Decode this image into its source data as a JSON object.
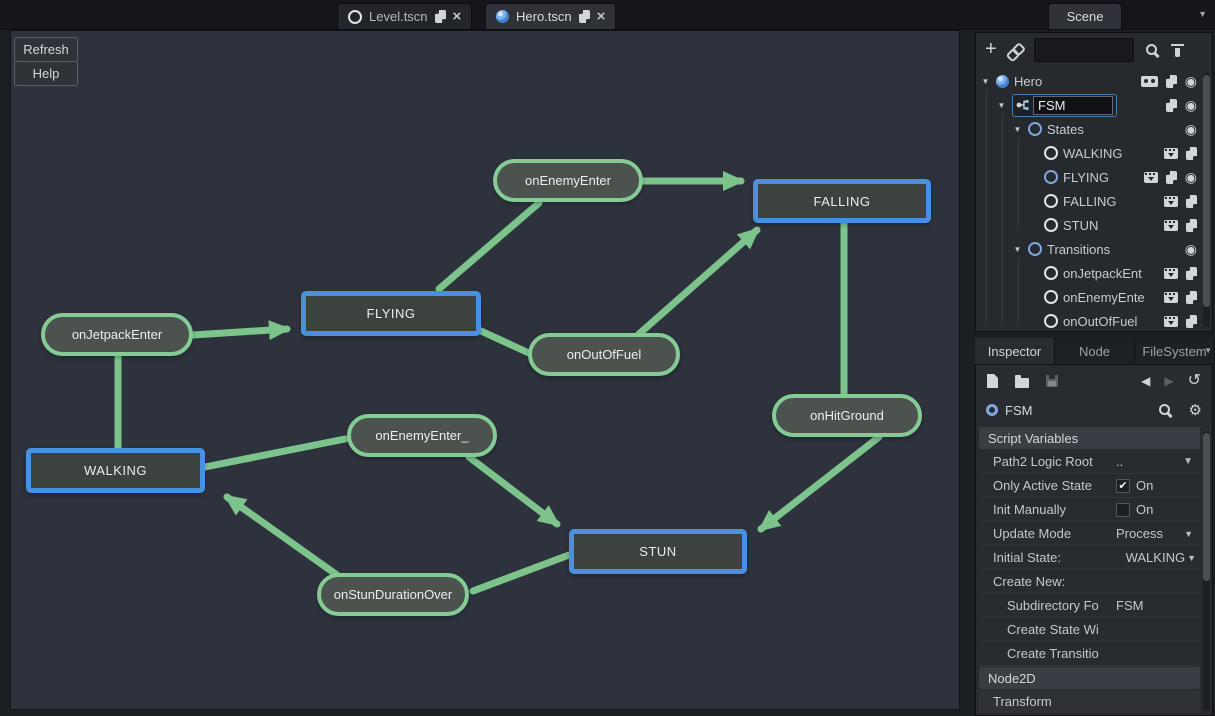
{
  "colors": {
    "accent_green": "#7cc48c",
    "accent_blue": "#4a90e2",
    "graph_bg": "#2d323d",
    "state_fill": "#3c423e",
    "transition_fill": "#4c524d",
    "panel_bg": "#26292e"
  },
  "icons": {
    "expander": "▼",
    "eye": "◉",
    "check": "✔",
    "dropdown": "▼",
    "close": "×",
    "back": "◀",
    "forward": "▶",
    "history": "↺",
    "gear": "⚙",
    "plus": "+",
    "caret": "▼"
  },
  "top_bar": {
    "scene_tabs": [
      {
        "label": "Level.tscn",
        "active": false
      },
      {
        "label": "Hero.tscn",
        "active": true
      }
    ],
    "scene_dock_tab": "Scene"
  },
  "graph": {
    "buttons": {
      "refresh": "Refresh",
      "help": "Help"
    },
    "states": [
      {
        "label": "FALLING"
      },
      {
        "label": "FLYING"
      },
      {
        "label": "WALKING"
      },
      {
        "label": "STUN"
      }
    ],
    "transitions": [
      {
        "label": "onEnemyEnter",
        "from": "FLYING",
        "to": "FALLING"
      },
      {
        "label": "onJetpackEnter",
        "from": "WALKING",
        "to": "FLYING"
      },
      {
        "label": "onOutOfFuel",
        "from": "FLYING",
        "to": "FALLING"
      },
      {
        "label": "onHitGround",
        "from": "FALLING",
        "to": "STUN"
      },
      {
        "label": "onEnemyEnter_",
        "from": "WALKING",
        "to": "STUN"
      },
      {
        "label": "onStunDurationOver",
        "from": "STUN",
        "to": "WALKING"
      }
    ]
  },
  "scene_panel": {
    "filter_value": "",
    "fsm_edit_value": "FSM",
    "tree": [
      {
        "label": "Hero",
        "depth": 0,
        "type": "sphere"
      },
      {
        "label": "FSM",
        "depth": 1,
        "type": "fsm"
      },
      {
        "label": "States",
        "depth": 2,
        "type": "circle-blue"
      },
      {
        "label": "WALKING",
        "depth": 3,
        "type": "circle"
      },
      {
        "label": "FLYING",
        "depth": 3,
        "type": "circle-blue"
      },
      {
        "label": "FALLING",
        "depth": 3,
        "type": "circle"
      },
      {
        "label": "STUN",
        "depth": 3,
        "type": "circle"
      },
      {
        "label": "Transitions",
        "depth": 2,
        "type": "circle-blue"
      },
      {
        "label": "onJetpackEnt",
        "depth": 3,
        "type": "circle"
      },
      {
        "label": "onEnemyEnte",
        "depth": 3,
        "type": "circle"
      },
      {
        "label": "onOutOfFuel",
        "depth": 3,
        "type": "circle"
      }
    ]
  },
  "inspector": {
    "tabs": [
      "Inspector",
      "Node",
      "FileSystem"
    ],
    "node_name": "FSM",
    "sections": {
      "script_variables": "Script Variables",
      "node2d": "Node2D",
      "transform": "Transform"
    },
    "props": {
      "path2_logic_root": {
        "label": "Path2 Logic Root",
        "value": ".."
      },
      "only_active_state": {
        "label": "Only Active State",
        "value": "On",
        "checked": true
      },
      "init_manually": {
        "label": "Init Manually",
        "value": "On",
        "checked": false
      },
      "update_mode": {
        "label": "Update Mode",
        "value": "Process"
      },
      "initial_state": {
        "label": "Initial State:",
        "value": "WALKING"
      },
      "create_new": {
        "label": "Create New:"
      },
      "subdirectory": {
        "label": "Subdirectory Fo",
        "value": "FSM"
      },
      "create_state": {
        "label": "Create State Wi",
        "value": ""
      },
      "create_transition": {
        "label": "Create Transitio",
        "value": ""
      }
    }
  }
}
